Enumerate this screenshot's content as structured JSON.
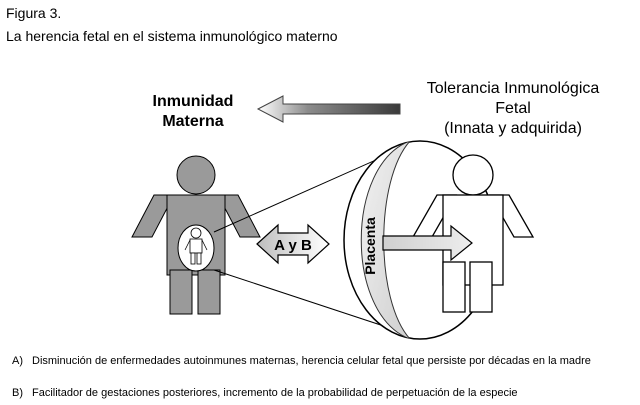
{
  "figure": {
    "label": "Figura 3.",
    "title": "La herencia fetal en el sistema inmunológico materno"
  },
  "maternal": {
    "label_line1": "Inmunidad",
    "label_line2": "Materna"
  },
  "fetal": {
    "label_line1": "Tolerancia Inmunológica",
    "label_line2": "Fetal",
    "label_line3": "(Innata y adquirida)"
  },
  "center_arrow": {
    "label": "A y B"
  },
  "placenta": {
    "label": "Placenta"
  },
  "notes": [
    {
      "key": "A)",
      "text": "Disminución de enfermedades autoinmunes maternas, herencia celular fetal que persiste por décadas en la madre"
    },
    {
      "key": "B)",
      "text": "Facilitador de gestaciones posteriores, incremento de la probabilidad de perpetuación de la especie"
    }
  ],
  "colors": {
    "body_gray": "#9a9a9a",
    "dark_gray": "#666666",
    "light_gray": "#d4d4d4",
    "outline": "#000000"
  }
}
